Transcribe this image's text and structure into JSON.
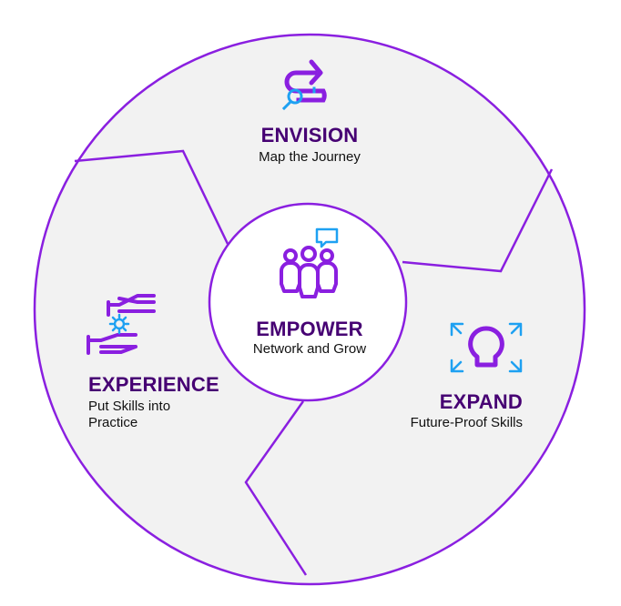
{
  "colors": {
    "primary": "#8a1fe0",
    "title": "#460073",
    "accent": "#1ea1f2",
    "segment_fill": "#f2f2f2",
    "center_fill": "#ffffff"
  },
  "center": {
    "title": "EMPOWER",
    "subtitle": "Network and Grow",
    "icon": "team-chat-icon"
  },
  "segments": {
    "envision": {
      "title": "ENVISION",
      "subtitle": "Map the Journey",
      "icon": "route-search-icon"
    },
    "expand": {
      "title": "EXPAND",
      "subtitle": "Future-Proof Skills",
      "icon": "lightbulb-expand-icon"
    },
    "experience": {
      "title": "EXPERIENCE",
      "subtitle_line1": "Put Skills into",
      "subtitle_line2": "Practice",
      "icon": "hands-gear-icon"
    }
  }
}
